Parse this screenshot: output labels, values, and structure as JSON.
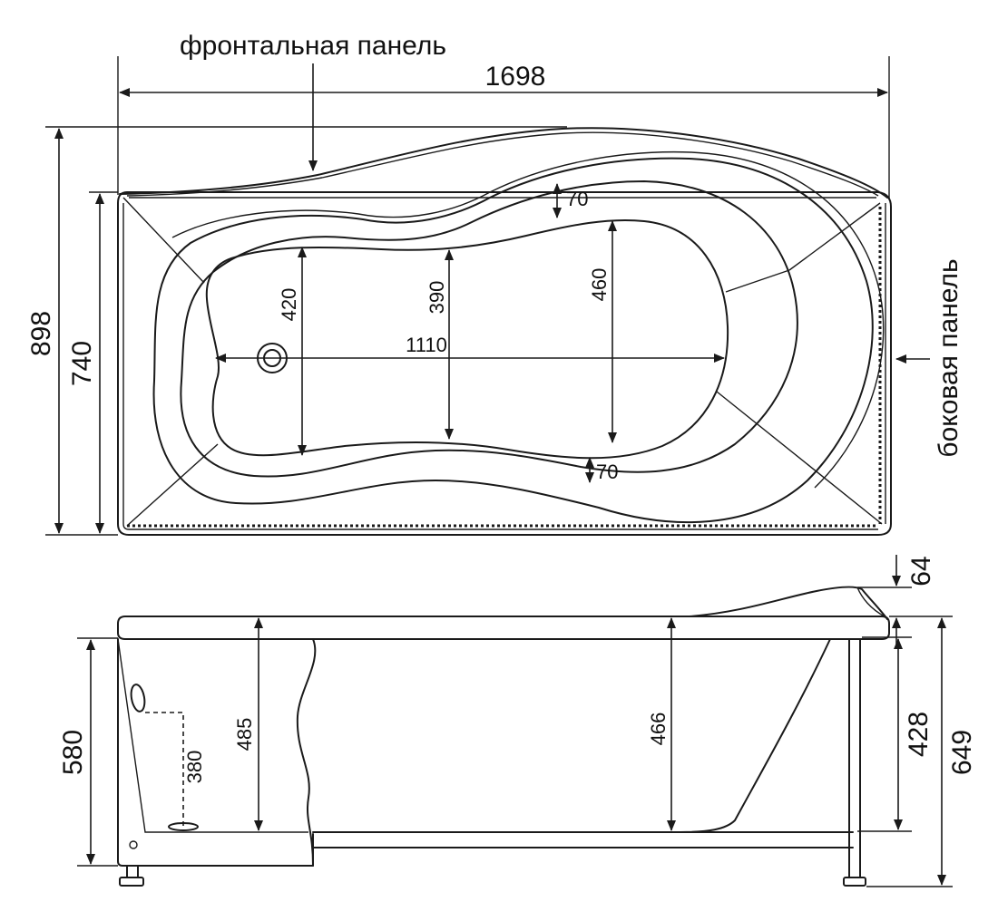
{
  "labels": {
    "front_panel": "фронтальная панель",
    "side_panel": "боковая панель"
  },
  "dimensions": {
    "length": "1698",
    "width_total": "898",
    "width_rim": "740",
    "inner_length": "1110",
    "depth_420": "420",
    "depth_390": "390",
    "depth_460": "460",
    "gap_top": "70",
    "gap_bottom": "70",
    "headrest": "64",
    "height_left": "580",
    "drain": "380",
    "inner_depth_left": "485",
    "inner_depth_right": "466",
    "height_frame": "428",
    "height_total": "649"
  }
}
